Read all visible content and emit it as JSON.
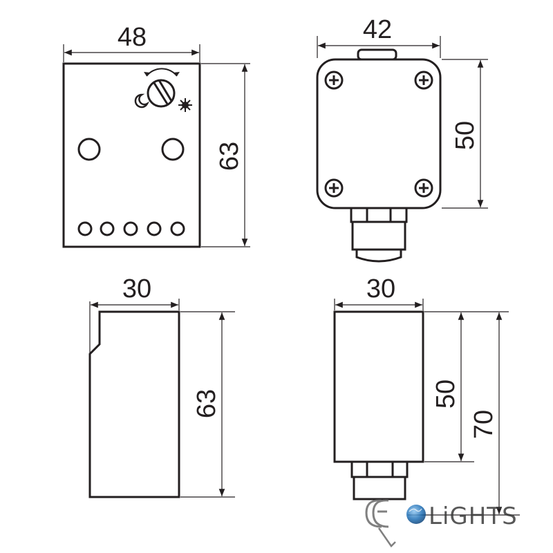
{
  "dimensions": {
    "front_width": "48",
    "front_height": "63",
    "back_width": "42",
    "back_height": "50",
    "side_width": "30",
    "side_height": "63",
    "profile_width": "30",
    "profile_body_height": "50",
    "profile_total_height": "70"
  },
  "logo": {
    "text": "LiGHTS",
    "color_primary": "#1f6fb5",
    "color_text": "#3a3a3a"
  },
  "colors": {
    "line": "#231f20",
    "background": "#ffffff"
  }
}
